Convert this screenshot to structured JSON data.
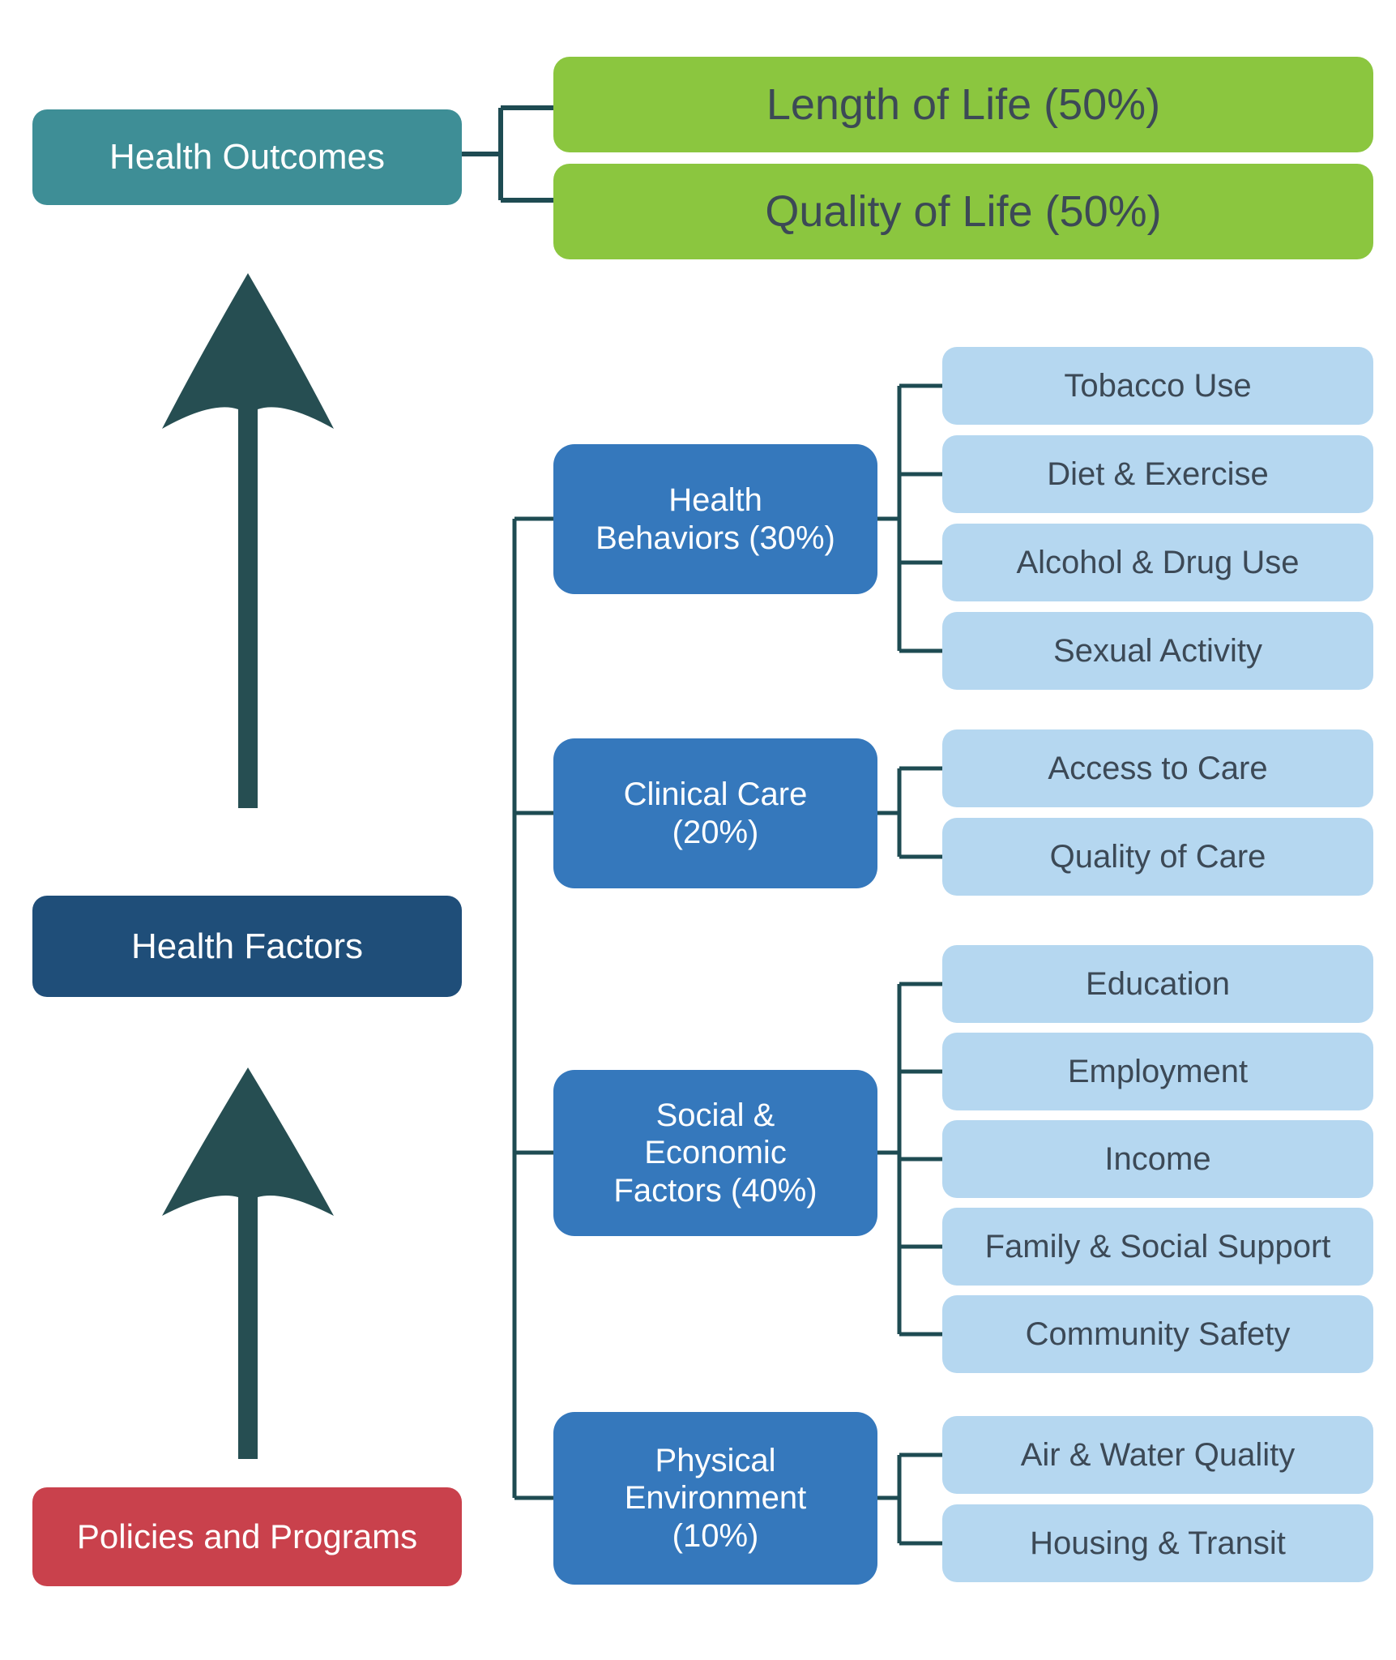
{
  "diagram": {
    "description_present_in_pixels_only": false,
    "palette": {
      "teal": "#3E8E96",
      "navy": "#1F4E79",
      "red": "#C9414C",
      "green": "#8BC63F",
      "mid_blue": "#3578BC",
      "light_blue": "#B5D7F0",
      "connector_line": "#1E4B52",
      "arrow": "#264E52",
      "dark_text": "#3C4956",
      "light_text": "#FFFFFF"
    }
  },
  "left_column": {
    "outcomes_label": "Health Outcomes",
    "factors_label": "Health Factors",
    "policies_label": "Policies and Programs"
  },
  "outcomes": {
    "items": [
      "Length of Life (50%)",
      "Quality of Life (50%)"
    ]
  },
  "factor_groups": [
    {
      "label": "Health Behaviors (30%)",
      "label_lines": [
        "Health",
        "Behaviors (30%)"
      ],
      "children": [
        "Tobacco Use",
        "Diet & Exercise",
        "Alcohol & Drug Use",
        "Sexual Activity"
      ]
    },
    {
      "label": "Clinical Care (20%)",
      "label_lines": [
        "Clinical Care",
        "(20%)"
      ],
      "children": [
        "Access to Care",
        "Quality of Care"
      ]
    },
    {
      "label": "Social & Economic Factors (40%)",
      "label_lines": [
        "Social &",
        "Economic",
        "Factors (40%)"
      ],
      "children": [
        "Education",
        "Employment",
        "Income",
        "Family & Social Support",
        "Community Safety"
      ]
    },
    {
      "label": "Physical Environment (10%)",
      "label_lines": [
        "Physical",
        "Environment",
        "(10%)"
      ],
      "children": [
        "Air & Water Quality",
        "Housing & Transit"
      ]
    }
  ]
}
